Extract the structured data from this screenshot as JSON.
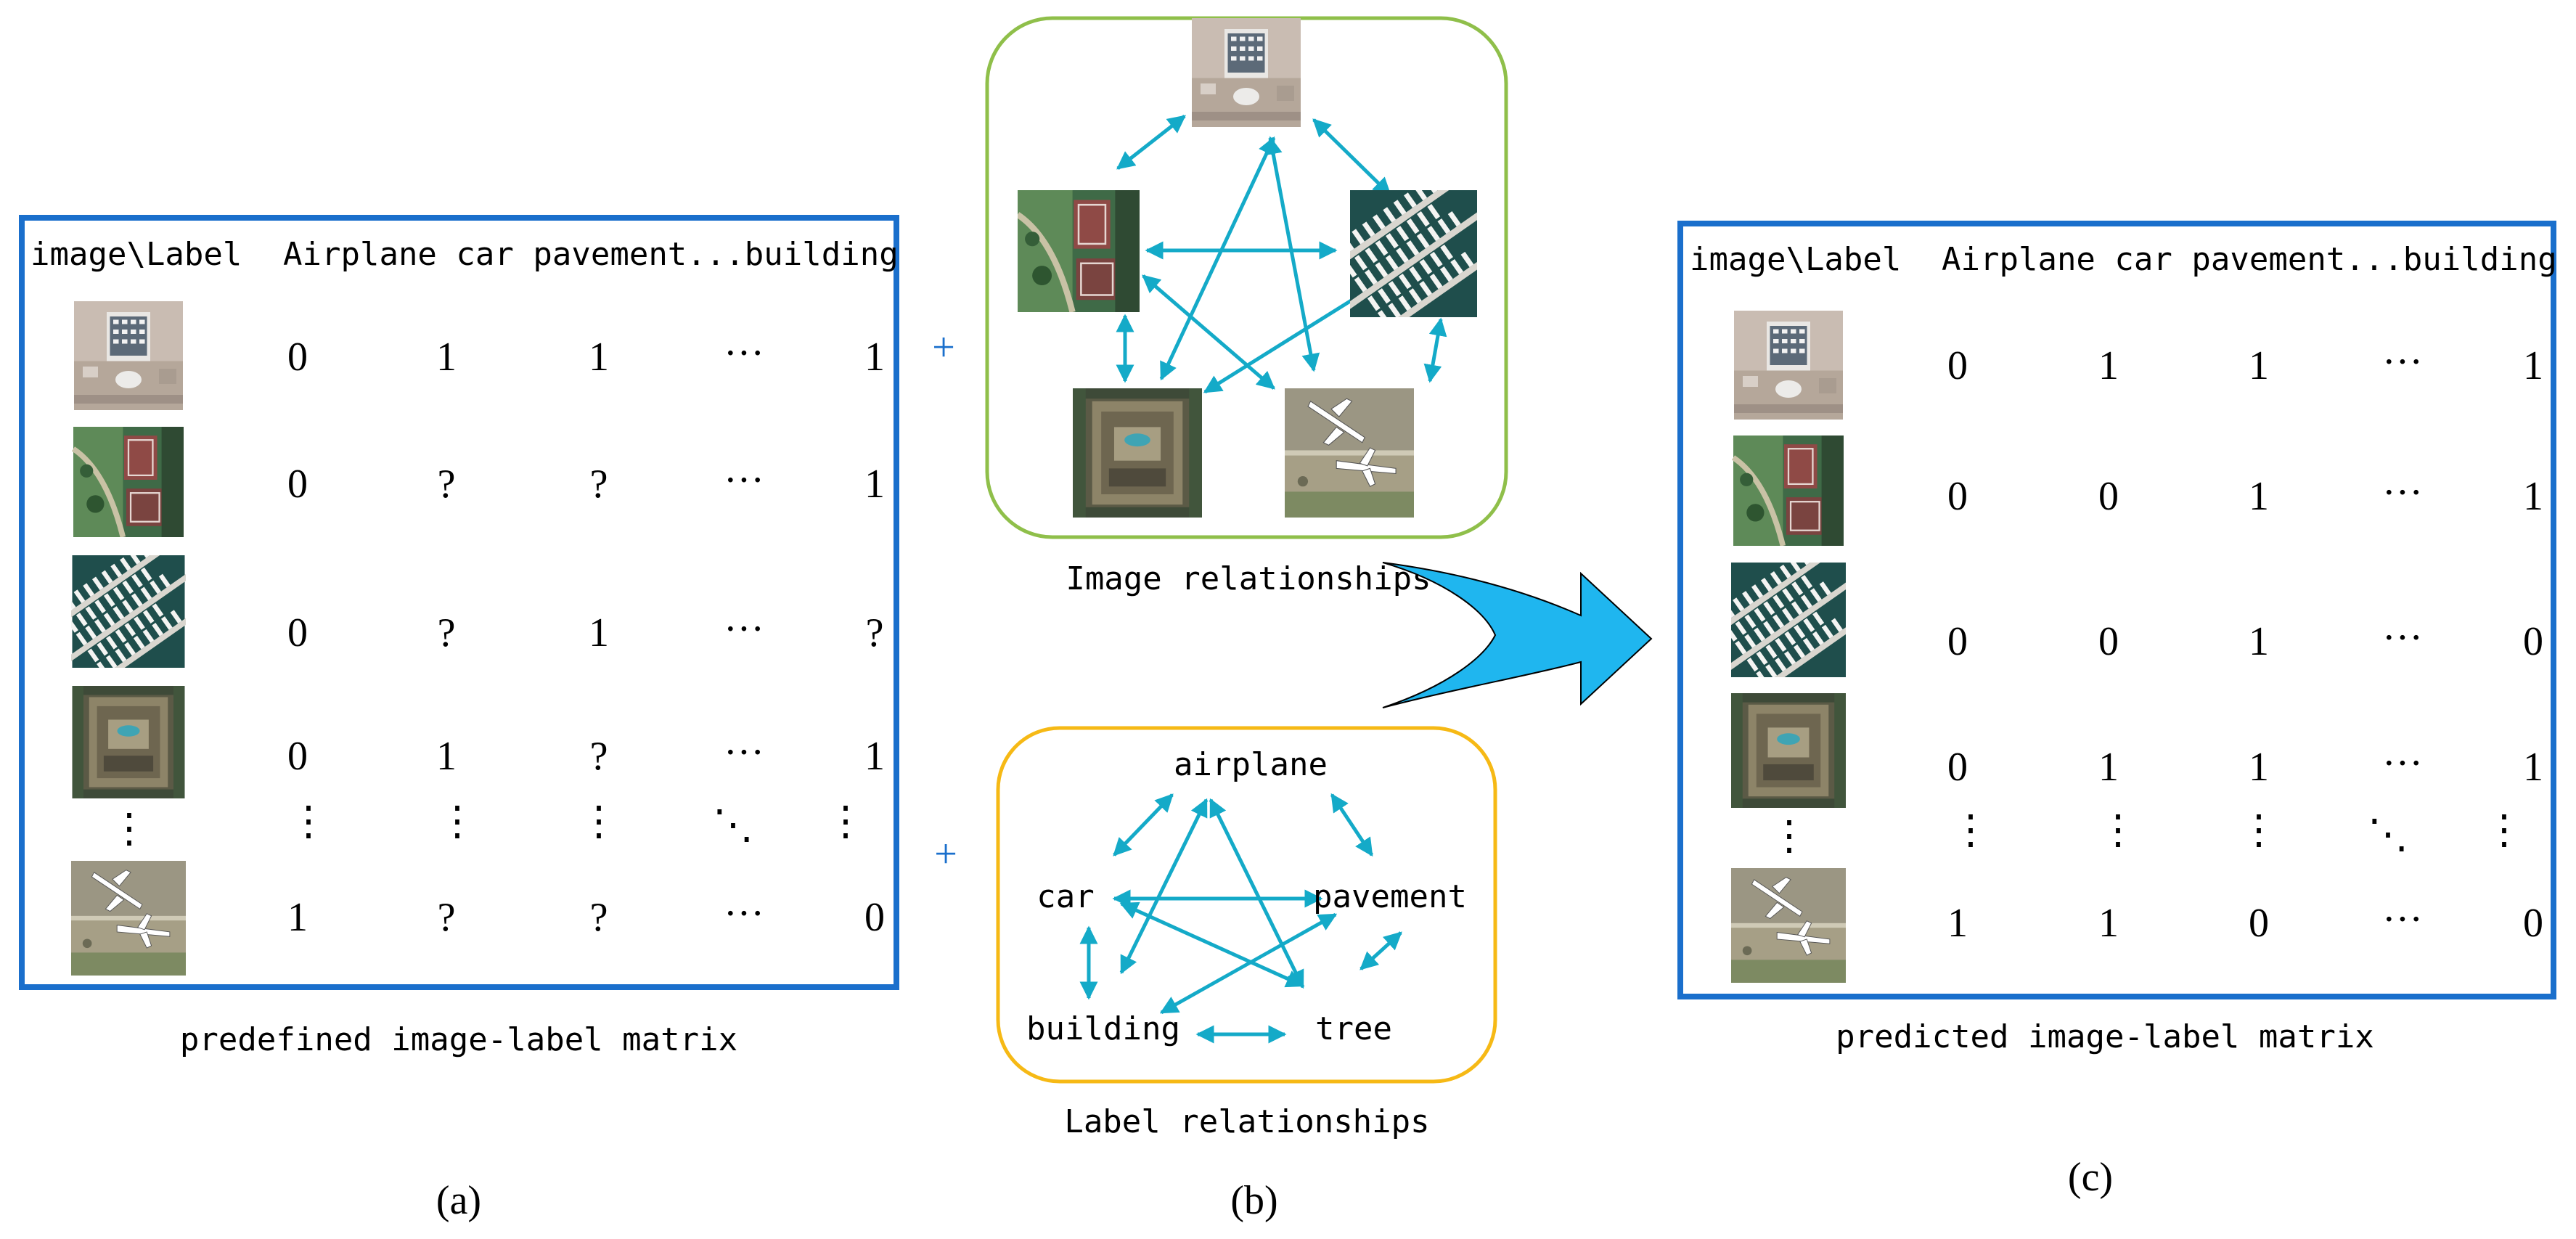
{
  "panel_a": {
    "header": {
      "corner": "image\\Label",
      "labels": "Airplane car pavement...building"
    },
    "rows": [
      {
        "thumb": "parking-lot-image",
        "cells": [
          "0",
          "1",
          "1",
          "···",
          "1"
        ]
      },
      {
        "thumb": "sports-field-image",
        "cells": [
          "0",
          "?",
          "?",
          "···",
          "1"
        ]
      },
      {
        "thumb": "harbor-boats-image",
        "cells": [
          "0",
          "?",
          "1",
          "···",
          "?"
        ]
      },
      {
        "thumb": "building-rooftop-image",
        "cells": [
          "0",
          "1",
          "?",
          "···",
          "1"
        ]
      },
      {
        "thumb": "airplane-apron-image",
        "cells": [
          "1",
          "?",
          "?",
          "···",
          "0"
        ]
      }
    ],
    "ellipsis": [
      "⋮",
      "⋮",
      "⋮",
      "⋮",
      "⋱",
      "⋮"
    ],
    "caption": "predefined image-label matrix",
    "letter": "(a)"
  },
  "panel_b": {
    "plus_top": "+",
    "plus_bottom": "+",
    "image_graph": {
      "nodes": [
        "parking-lot-image",
        "harbor-boats-image",
        "airplane-apron-image",
        "building-rooftop-image",
        "sports-field-image"
      ],
      "caption": "Image relationships"
    },
    "label_graph": {
      "nodes": [
        "airplane",
        "pavement",
        "tree",
        "building",
        "car"
      ],
      "caption": "Label relationships"
    },
    "letter": "(b)"
  },
  "panel_c": {
    "header": {
      "corner": "image\\Label",
      "labels": "Airplane car pavement...building"
    },
    "rows": [
      {
        "thumb": "parking-lot-image",
        "cells": [
          "0",
          "1",
          "1",
          "···",
          "1"
        ]
      },
      {
        "thumb": "sports-field-image",
        "cells": [
          "0",
          "0",
          "1",
          "···",
          "1"
        ]
      },
      {
        "thumb": "harbor-boats-image",
        "cells": [
          "0",
          "0",
          "1",
          "···",
          "0"
        ]
      },
      {
        "thumb": "building-rooftop-image",
        "cells": [
          "0",
          "1",
          "1",
          "···",
          "1"
        ]
      },
      {
        "thumb": "airplane-apron-image",
        "cells": [
          "1",
          "1",
          "0",
          "···",
          "0"
        ]
      }
    ],
    "ellipsis": [
      "⋮",
      "⋮",
      "⋮",
      "⋮",
      "⋱",
      "⋮"
    ],
    "caption": "predicted image-label matrix",
    "letter": "(c)"
  },
  "colors": {
    "matrix_border": "#1a6fcc",
    "arrow": "#14aac8",
    "big_arrow": "#1fb6ef",
    "image_box": "#8fbf4a",
    "label_box": "#f6b915"
  }
}
